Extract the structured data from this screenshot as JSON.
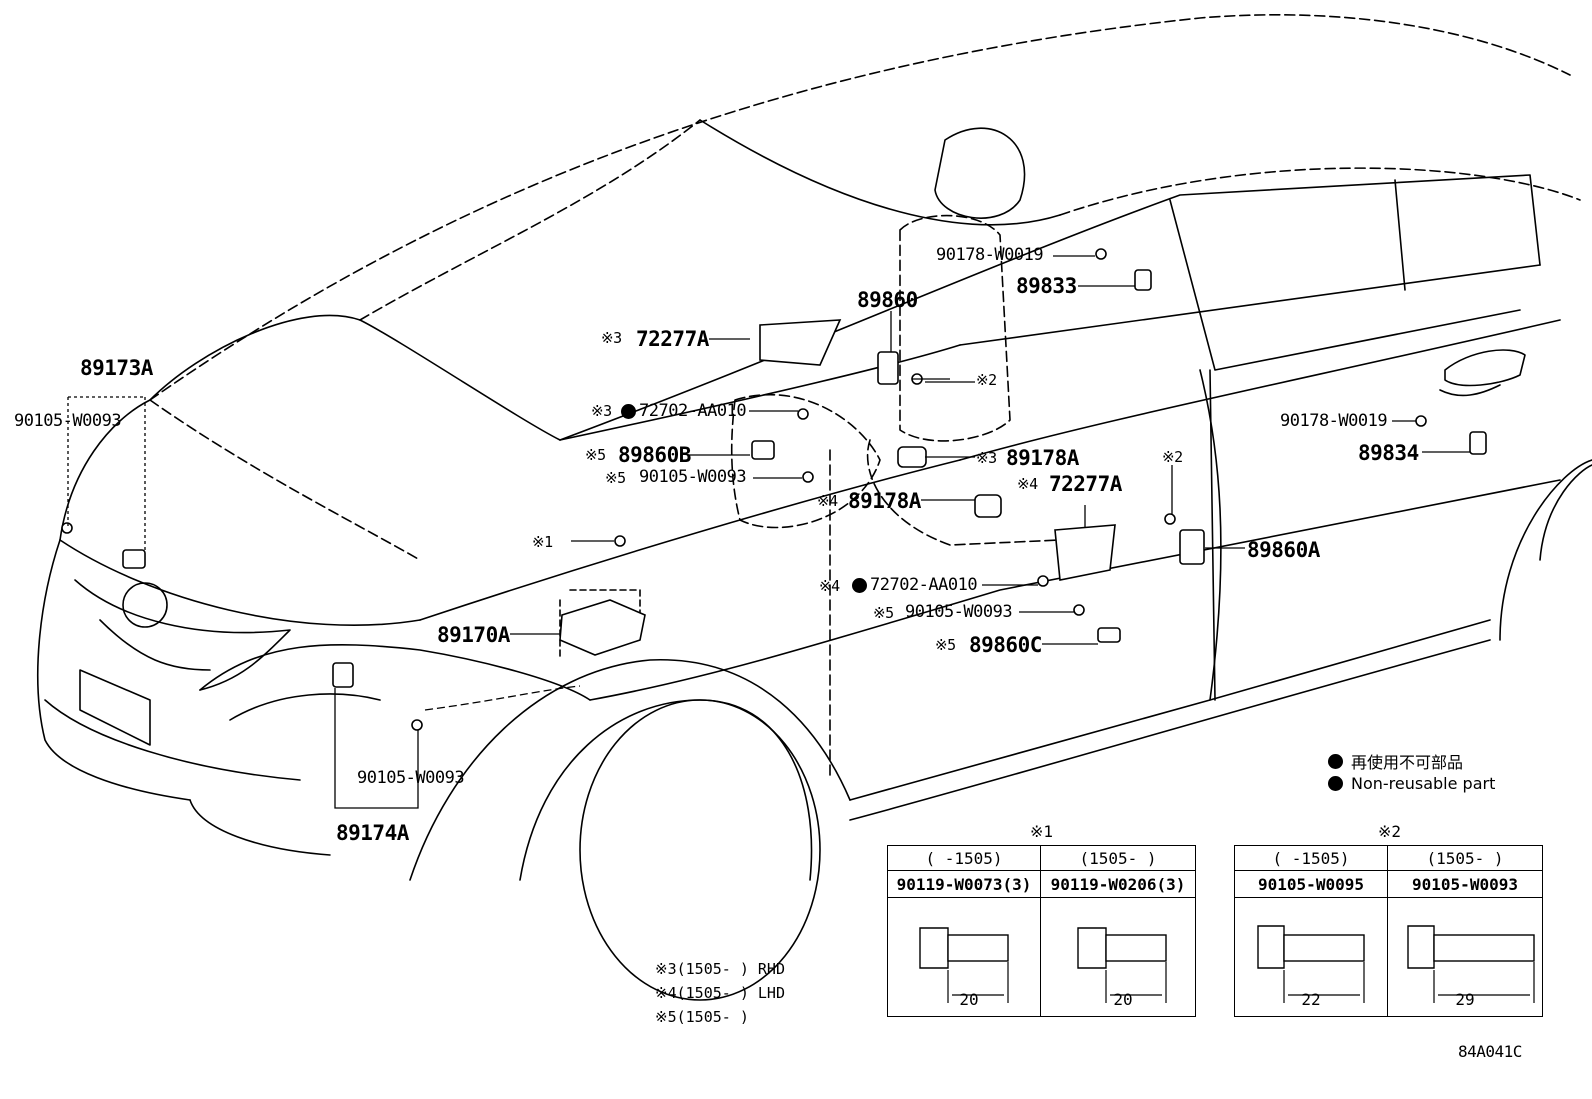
{
  "diagram_id": "84A041C",
  "callouts": {
    "p89173A": "89173A",
    "p90105_fl": "90105-W0093",
    "p89174A": "89174A",
    "p90105_fb": "90105-W0093",
    "p89170A": "89170A",
    "p89860B": "89860B",
    "p90105_mid": "90105-W0093",
    "p72702_3": "72702-AA010",
    "p72277A_3": "72277A",
    "p89860": "89860",
    "p90178_top": "90178-W0019",
    "p89833": "89833",
    "p89178A_3": "89178A",
    "p89178A_4": "89178A",
    "p72277A_4": "72277A",
    "p72702_4": "72702-AA010",
    "p90105_rear": "90105-W0093",
    "p89860C": "89860C",
    "p89860A": "89860A",
    "p90178_rear": "90178-W0019",
    "p89834": "89834"
  },
  "marks": {
    "m1": "※1",
    "m2": "※2",
    "m3": "※3",
    "m4": "※4",
    "m5": "※5"
  },
  "legend": {
    "jp": "再使用不可部品",
    "en": "Non-reusable part"
  },
  "note1": {
    "title": "※1",
    "cols": [
      {
        "range": "(     -1505)",
        "part": "90119-W0073(3)",
        "length": "20"
      },
      {
        "range": "(1505-      )",
        "part": "90119-W0206(3)",
        "length": "20"
      }
    ]
  },
  "note2": {
    "title": "※2",
    "cols": [
      {
        "range": "(     -1505)",
        "part": "90105-W0095",
        "length": "22"
      },
      {
        "range": "(1505-      )",
        "part": "90105-W0093",
        "length": "29"
      }
    ]
  },
  "footnotes": {
    "f3": "※3(1505-      ) RHD",
    "f4": "※4(1505-      ) LHD",
    "f5": "※5(1505-      )"
  }
}
